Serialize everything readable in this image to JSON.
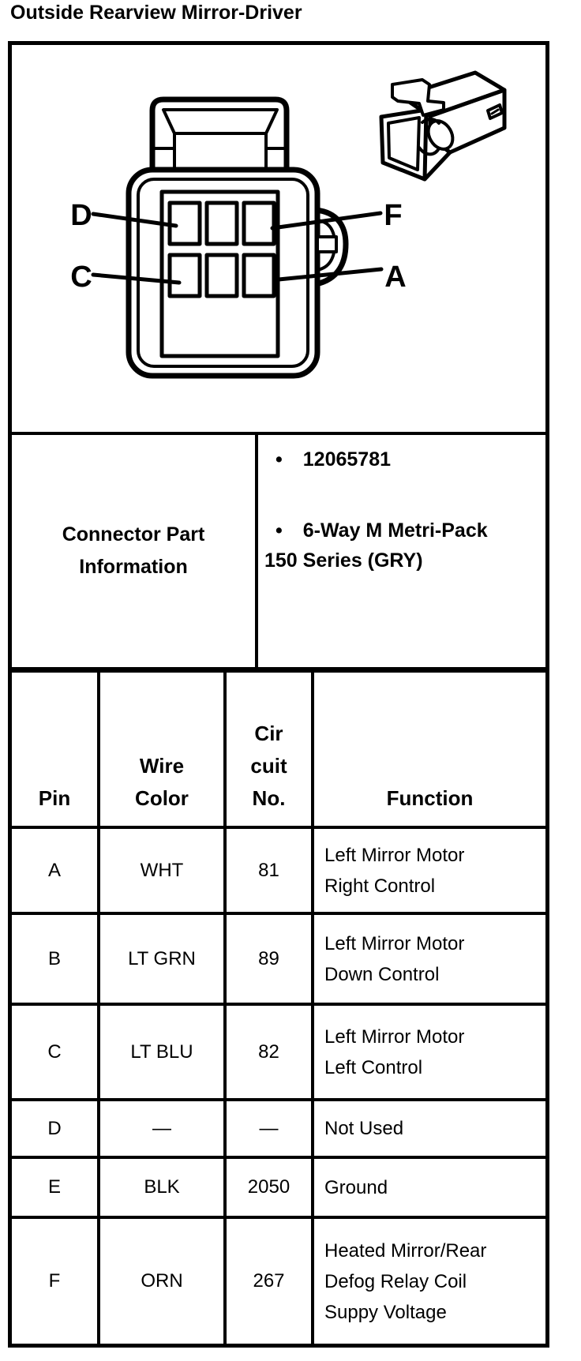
{
  "title": "Outside Rearview Mirror-Driver",
  "diagram": {
    "pin_labels": {
      "top_left": "D",
      "top_right": "F",
      "bottom_left": "C",
      "bottom_right": "A"
    }
  },
  "part_info": {
    "header": "Connector Part Information",
    "bullet": "•",
    "items": [
      {
        "line1": "12065781",
        "line2": ""
      },
      {
        "line1": "6-Way M Metri-Pack",
        "line2": "150 Series (GRY)"
      }
    ]
  },
  "pin_table": {
    "headers": {
      "pin": "Pin",
      "wire_color": "Wire\nColor",
      "circuit_no": "Cir\ncuit\nNo.",
      "function": "Function"
    },
    "rows": [
      {
        "pin": "A",
        "wire_color": "WHT",
        "circuit_no": "81",
        "function": "Left Mirror Motor\nRight Control"
      },
      {
        "pin": "B",
        "wire_color": "LT GRN",
        "circuit_no": "89",
        "function": "Left Mirror Motor\nDown Control"
      },
      {
        "pin": "C",
        "wire_color": "LT BLU",
        "circuit_no": "82",
        "function": "Left Mirror Motor\nLeft Control"
      },
      {
        "pin": "D",
        "wire_color": "—",
        "circuit_no": "—",
        "function": "Not Used"
      },
      {
        "pin": "E",
        "wire_color": "BLK",
        "circuit_no": "2050",
        "function": "Ground"
      },
      {
        "pin": "F",
        "wire_color": "ORN",
        "circuit_no": "267",
        "function": "Heated Mirror/Rear\nDefog Relay Coil\nSuppy Voltage"
      }
    ]
  }
}
